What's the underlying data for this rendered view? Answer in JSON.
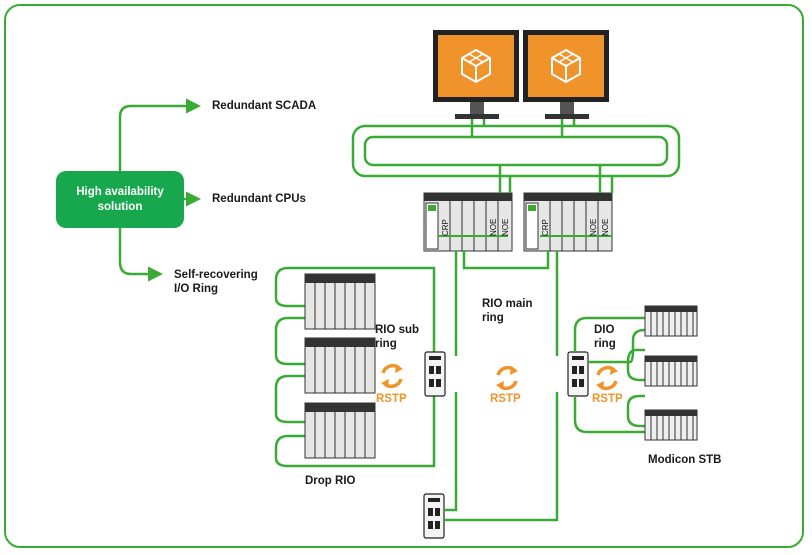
{
  "central_box": {
    "label": "High availability solution"
  },
  "features": [
    {
      "label": "Redundant SCADA"
    },
    {
      "label": "Redundant CPUs"
    },
    {
      "label": "Self-recovering I/O Ring"
    }
  ],
  "cpu_modules": {
    "crp_label": "CRP",
    "noe_label": "NOE"
  },
  "rings": {
    "main": "RIO main ring",
    "sub": "RIO sub ring",
    "dio": "DIO ring"
  },
  "rstp_label": "RSTP",
  "drop_label": "Drop RIO",
  "stb_label": "Modicon STB",
  "colors": {
    "ring": "#3aaa35",
    "accent": "#f0932b",
    "box": "#17a84d",
    "monitor": "#f0932b"
  }
}
